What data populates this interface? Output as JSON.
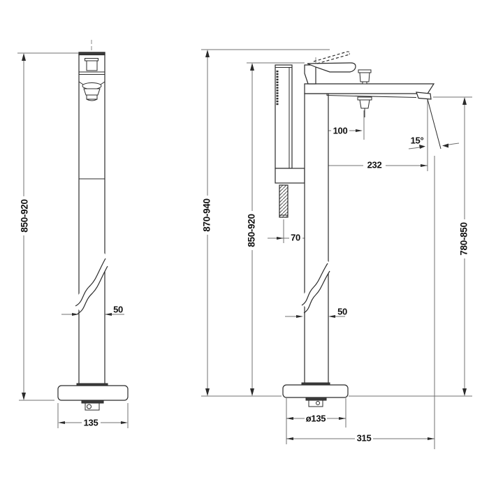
{
  "page": {
    "background": "#ffffff"
  },
  "colors": {
    "outline": "#2b2b2b",
    "dimension_line": "#707070",
    "text": "#111111",
    "dark_fill": "#3c3c3c"
  },
  "views": {
    "front": {
      "dims": {
        "height_range": "850-920",
        "column_width": "50",
        "base_width": "135"
      }
    },
    "side": {
      "dims": {
        "overall_height_range": "870-940",
        "body_height_range": "850-920",
        "handshower_offset": "70",
        "diverter_offset": "100",
        "spout_reach": "232",
        "spout_angle": "15°",
        "outlet_height_range": "780-850",
        "base_diameter": "ø135",
        "overall_depth": "315"
      }
    }
  }
}
